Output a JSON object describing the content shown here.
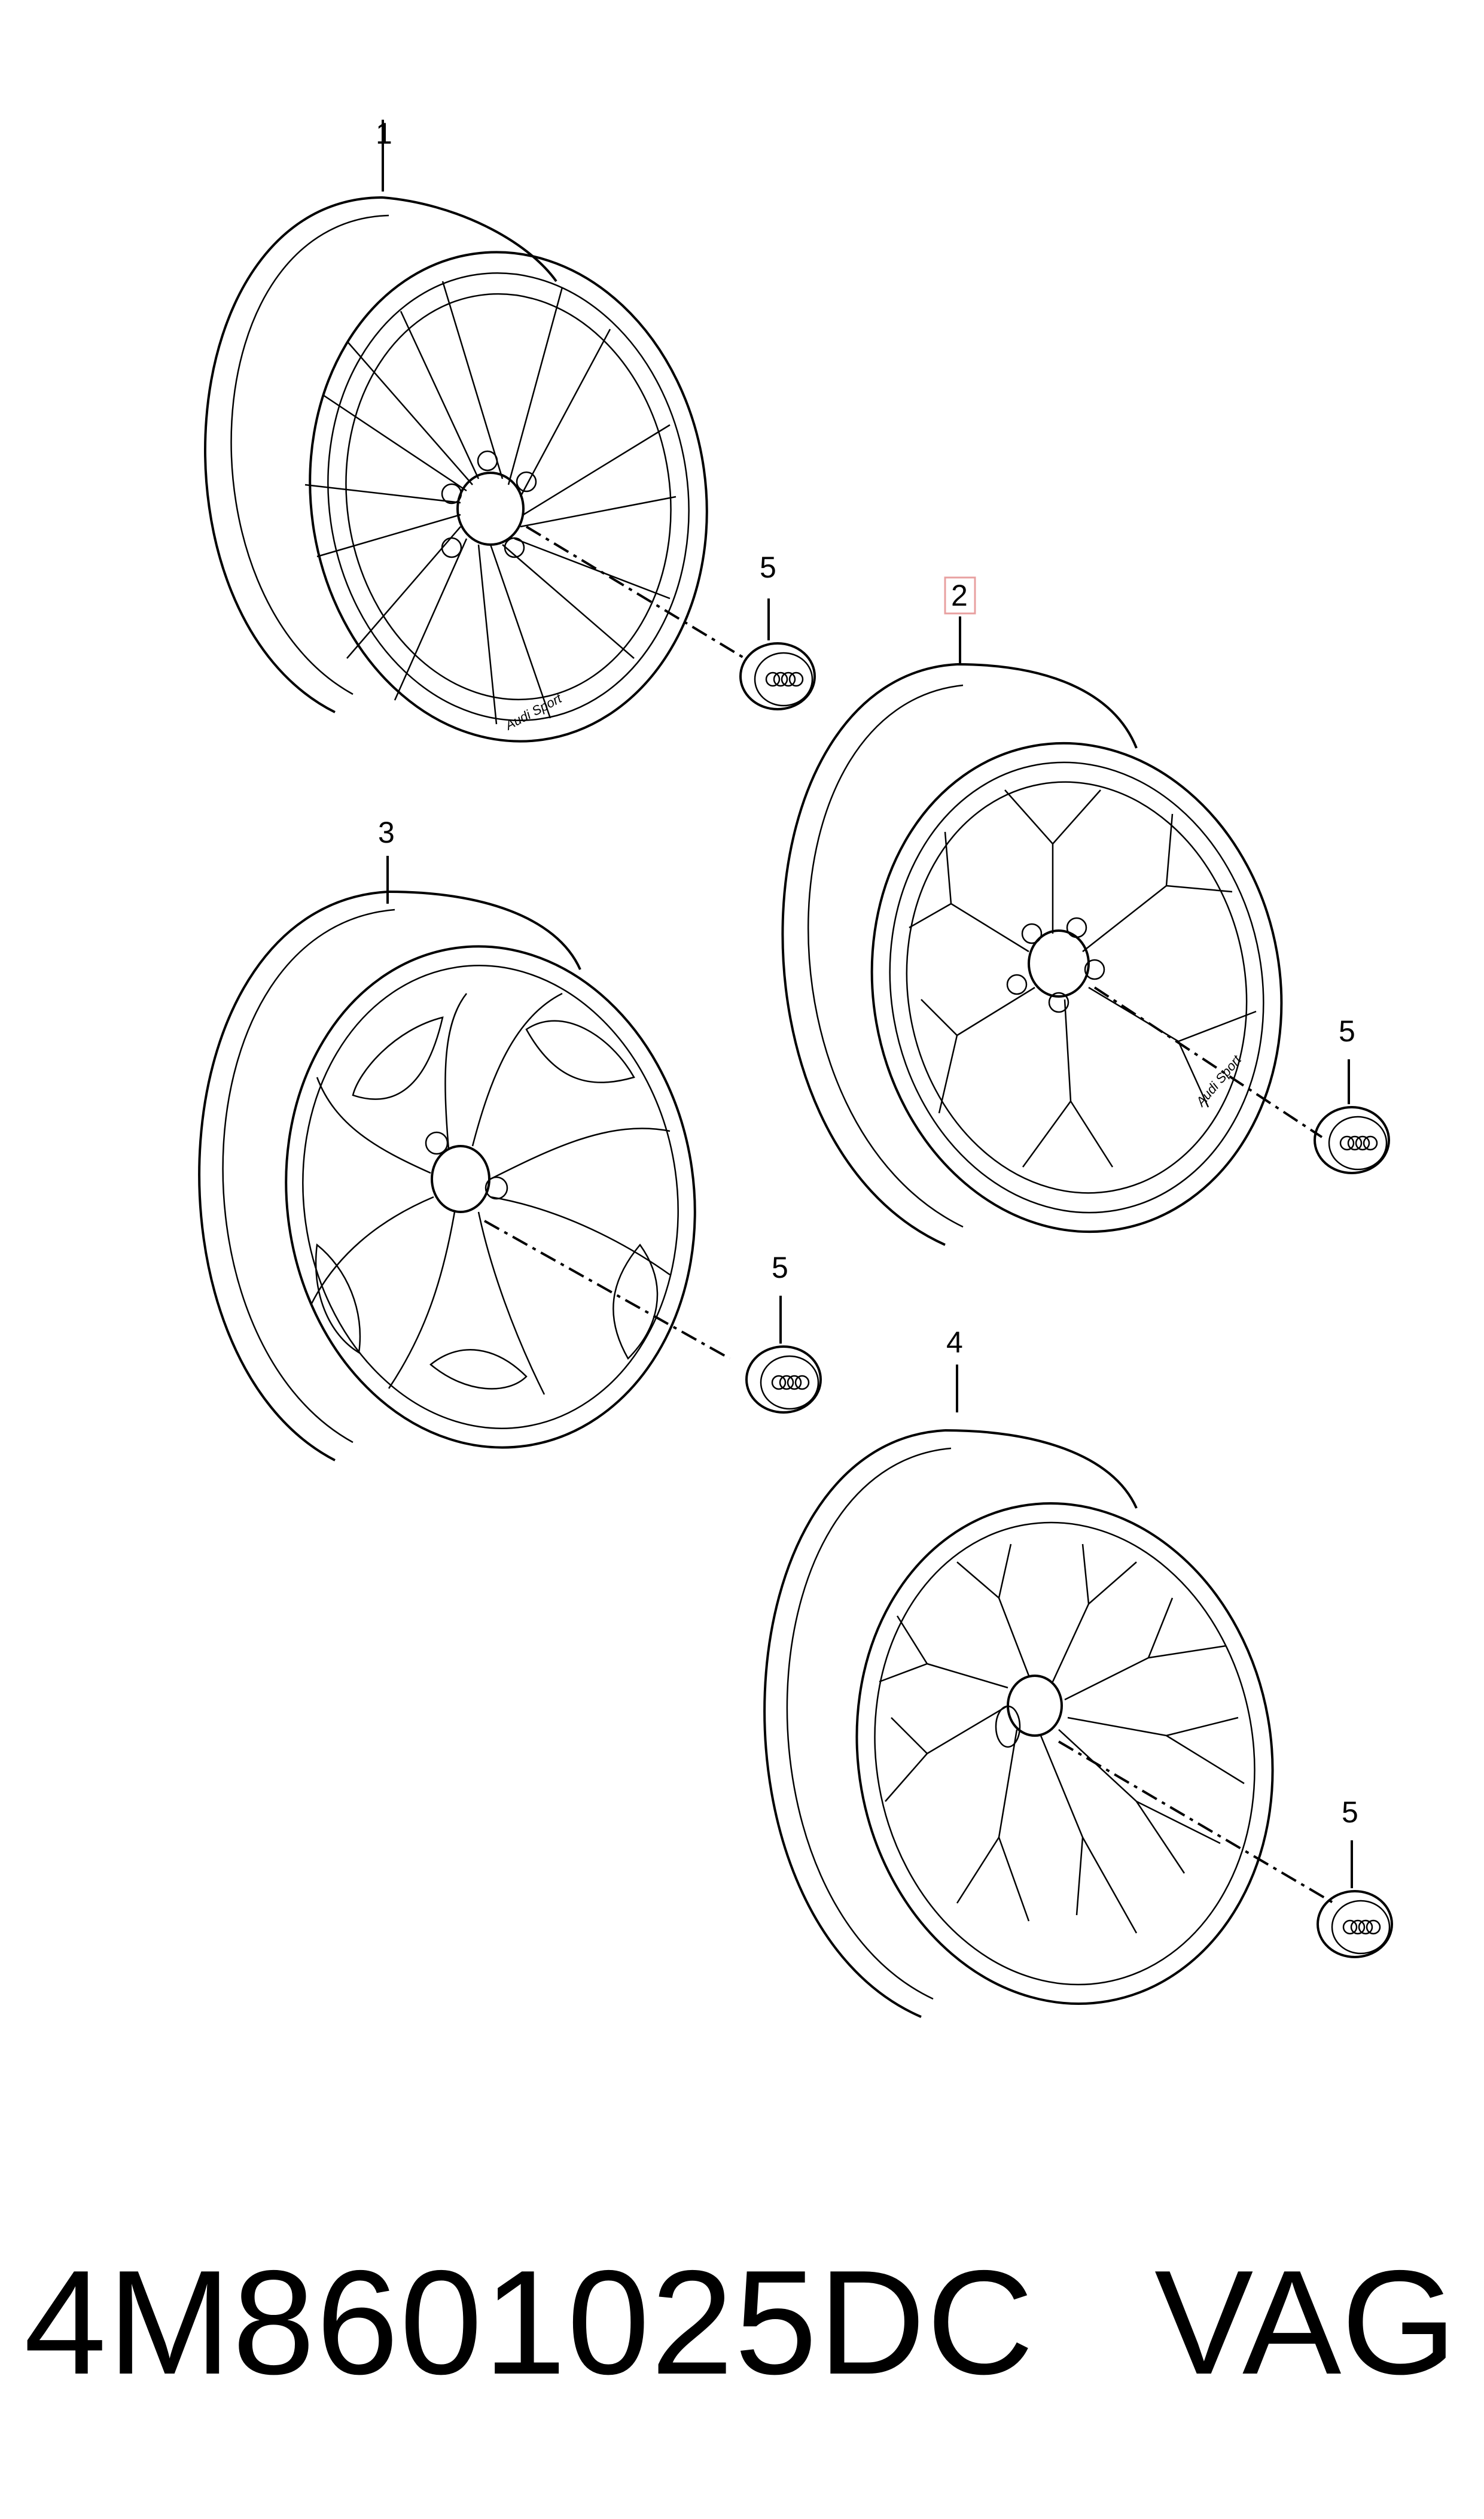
{
  "callouts": {
    "wheel_1": "1",
    "wheel_2": "2",
    "wheel_3": "3",
    "wheel_4": "4",
    "cap": "5"
  },
  "wheel_branding": "Audi Sport",
  "highlight_color": "#e8a0a0",
  "part_number": "4M8601025DC",
  "manufacturer": "VAG"
}
